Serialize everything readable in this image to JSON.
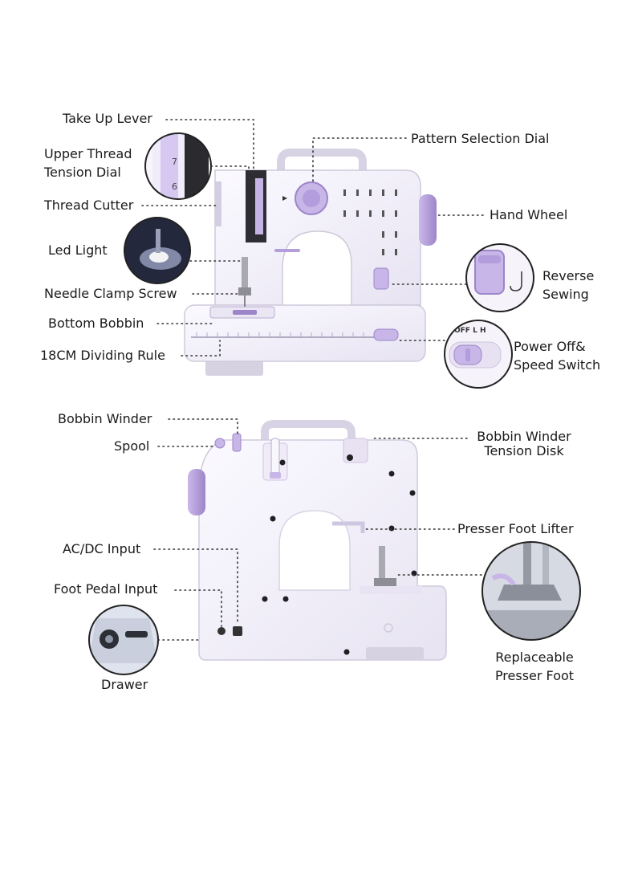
{
  "top": {
    "labels": {
      "take_up_lever": "Take Up Lever",
      "upper_thread_tension_line1": "Upper Thread",
      "upper_thread_tension_line2": "Tension Dial",
      "thread_cutter": "Thread Cutter",
      "led_light": "Led Light",
      "needle_clamp_screw": "Needle Clamp Screw",
      "bottom_bobbin": "Bottom Bobbin",
      "dividing_rule": "18CM Dividing Rule",
      "pattern_selection_dial": "Pattern Selection Dial",
      "hand_wheel": "Hand Wheel",
      "reverse_sewing_line1": "Reverse",
      "reverse_sewing_line2": "Sewing",
      "power_switch_line1": "Power Off&",
      "power_switch_line2": "Speed Switch"
    },
    "switch_text": "OFF  L  H",
    "dial_numbers": [
      "7",
      "6"
    ]
  },
  "bottom": {
    "labels": {
      "bobbin_winder": "Bobbin Winder",
      "spool": "Spool",
      "ac_dc_input": "AC/DC Input",
      "foot_pedal_input": "Foot Pedal Input",
      "drawer": "Drawer",
      "bobbin_winder_tension_line1": "Bobbin Winder",
      "bobbin_winder_tension_line2": "Tension Disk",
      "presser_foot_lifter": "Presser Foot Lifter",
      "replaceable_presser_foot_line1": "Replaceable",
      "replaceable_presser_foot_line2": "Presser Foot"
    }
  },
  "colors": {
    "accent_purple": "#b9a3dc",
    "body_white": "#f4f2f8",
    "outline": "#c9c4d6",
    "dark": "#2b2b2b"
  }
}
